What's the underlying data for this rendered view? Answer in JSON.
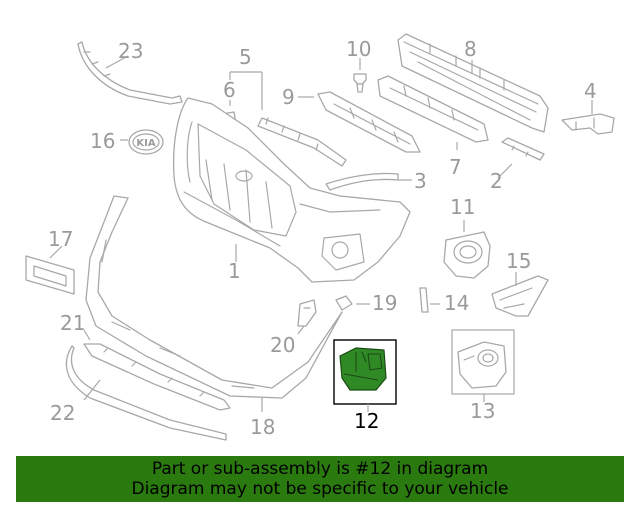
{
  "callouts": {
    "p1": "1",
    "p2": "2",
    "p3": "3",
    "p4": "4",
    "p5": "5",
    "p6": "6",
    "p7": "7",
    "p8": "8",
    "p9": "9",
    "p10": "10",
    "p11": "11",
    "p12": "12",
    "p13": "13",
    "p14": "14",
    "p15": "15",
    "p16": "16",
    "p17": "17",
    "p18": "18",
    "p19": "19",
    "p20": "20",
    "p21": "21",
    "p22": "22",
    "p23": "23"
  },
  "emblem_text": "KIA",
  "highlighted_part": "12",
  "banner": {
    "line1": "Part or sub-assembly is #12 in diagram",
    "line2": "Diagram may not be specific to your vehicle",
    "background": "#2a7a10"
  },
  "colors": {
    "line_art": "#a8a8a8",
    "highlight": "#2f8a25"
  }
}
